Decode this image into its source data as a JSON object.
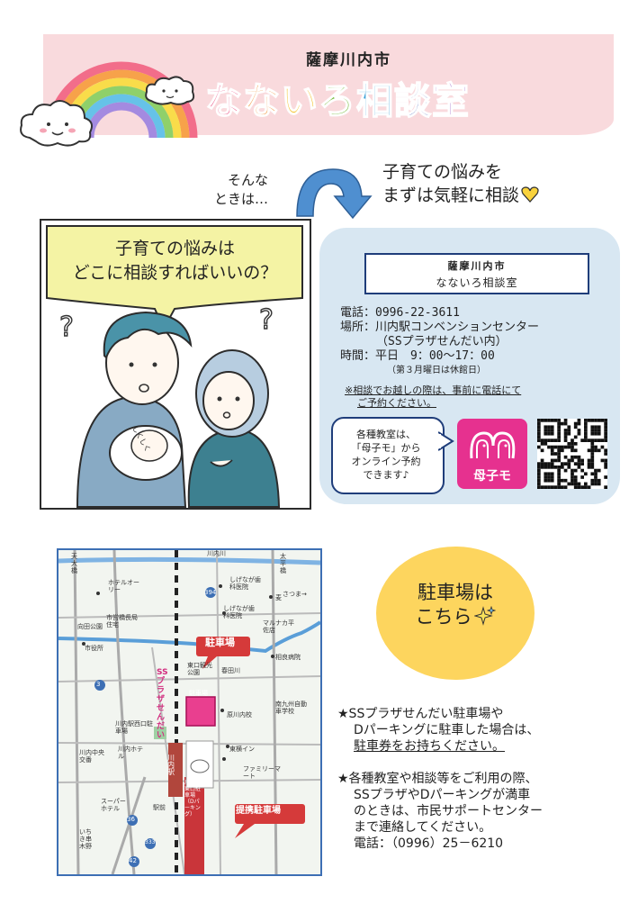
{
  "header": {
    "city": "薩摩川内市",
    "title_chars": [
      "な",
      "な",
      "い",
      "ろ",
      "相",
      "談",
      "室"
    ],
    "title_colors": [
      "#e8467c",
      "#f08c2a",
      "#f4c430",
      "#7bbf44",
      "#3aa0d8",
      "#4b6cc1",
      "#9a5fc4"
    ]
  },
  "intro": {
    "left_line1": "そんな",
    "left_line2": "ときは…",
    "right_line1": "子育ての悩みを",
    "right_line2": "まずは気軽に相談"
  },
  "comic": {
    "line1": "子育ての悩みは",
    "line2": "どこに相談すればいいの？",
    "baby_label": "しくしく"
  },
  "info": {
    "box_line1": "薩摩川内市",
    "box_line2": "なないろ相談室",
    "phone": "電話：0996-22-3611",
    "place": "場所：川内駅コンベンションセンター",
    "place2": "（SSプラザせんだい内）",
    "hours": "時間：平日　9：00～17：00",
    "closed": "（第３月曜日は休館日）",
    "note1": "※相談でお越しの際は、事前に電話にて",
    "note2": "ご予約ください。",
    "bubble_l1": "各種教室は、",
    "bubble_l2": "「母子モ」から",
    "bubble_l3": "オンライン予約",
    "bubble_l4": "できます♪",
    "app_name": "母子モ"
  },
  "map": {
    "labels": {
      "sendai_river": "川内川",
      "tenjin_bridge": "天大橋",
      "taikanbashi": "太平橋",
      "hotel_oriya": "ホテルオーリー",
      "shinagawa1": "しげなが歯科医院",
      "shinagawa2": "しげなが歯科医院",
      "mugi": "麦",
      "satsuma": "さつま→",
      "r394": "394",
      "kyoudai": "向田公園",
      "homes": "市営橋長局住宅",
      "maruna": "マルナカ平佐店",
      "city_office": "市役所",
      "aiyo": "相良病院",
      "parking_label": "駐車場",
      "ss_plaza": "SSプラザせんだい",
      "higashiguchi": "東口観光公園",
      "kasuga": "春田川",
      "parking_box": "駐車場",
      "nankyushu": "南九州自動車学校",
      "kawauchi_nishi": "川内駅西口駐車場",
      "r3": "3",
      "kawauchi_school": "原川内校",
      "toyoko": "東横イン",
      "family": "ファミリーマート",
      "chuo": "川内中央交番",
      "sendai_hotel": "川内ホテル",
      "station": "川内駅",
      "super_hotel": "スーパーホテル",
      "eki": "駅前",
      "teikei": "提携駐車場",
      "dparking": "川内駅東口駐車場（Dパーキング）",
      "r36": "36",
      "r333": "333",
      "r42": "42",
      "icchiki": "いちき串木野"
    }
  },
  "parking": {
    "line1": "駐車場は",
    "line2": "こちら"
  },
  "notes": {
    "n1_l1": "★SSプラザせんだい駐車場や",
    "n1_l2": "Dパーキングに駐車した場合は、",
    "n1_l3": "駐車券をお持ちください。",
    "n2_l1": "★各種教室や相談等をご利用の際、",
    "n2_l2": "SSプラザやDパーキングが満車",
    "n2_l3": "のときは、市民サポートセンター",
    "n2_l4": "まで連絡してください。",
    "n2_l5": "電話：（0996）25－6210"
  }
}
